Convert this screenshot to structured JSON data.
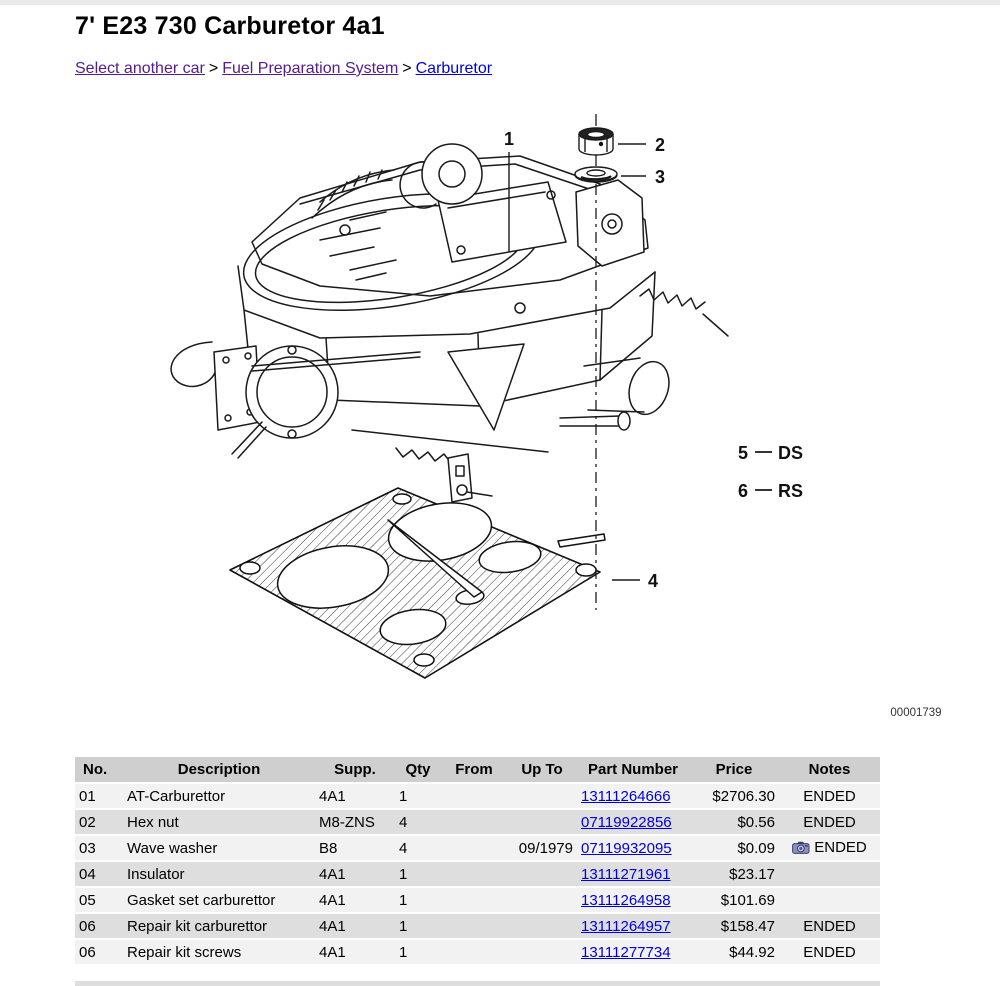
{
  "page": {
    "title": "7' E23 730 Carburetor 4a1",
    "breadcrumb": {
      "separator": ">",
      "items": [
        {
          "label": "Select another car"
        },
        {
          "label": "Fuel Preparation System"
        },
        {
          "label": "Carburetor"
        }
      ]
    }
  },
  "diagram": {
    "image_number": "00001739",
    "callout_1": "1",
    "callout_2": "2",
    "callout_3": "3",
    "callout_4": "4",
    "callout_5_num": "5",
    "callout_5_label": "DS",
    "callout_6_num": "6",
    "callout_6_label": "RS"
  },
  "table": {
    "headers": {
      "no": "No.",
      "description": "Description",
      "supp": "Supp.",
      "qty": "Qty",
      "from": "From",
      "up_to": "Up To",
      "part_number": "Part Number",
      "price": "Price",
      "notes": "Notes"
    },
    "rows": [
      {
        "no": "01",
        "description": "AT-Carburettor",
        "supp": "4A1",
        "qty": "1",
        "from": "",
        "up_to": "",
        "part_number": "13111264666",
        "price": "$2706.30",
        "notes": "ENDED",
        "camera": false
      },
      {
        "no": "02",
        "description": "Hex nut",
        "supp": "M8-ZNS",
        "qty": "4",
        "from": "",
        "up_to": "",
        "part_number": "07119922856",
        "price": "$0.56",
        "notes": "ENDED",
        "camera": false
      },
      {
        "no": "03",
        "description": "Wave washer",
        "supp": "B8",
        "qty": "4",
        "from": "",
        "up_to": "09/1979",
        "part_number": "07119932095",
        "price": "$0.09",
        "notes": "ENDED",
        "camera": true
      },
      {
        "no": "04",
        "description": "Insulator",
        "supp": "4A1",
        "qty": "1",
        "from": "",
        "up_to": "",
        "part_number": "13111271961",
        "price": "$23.17",
        "notes": "",
        "camera": false
      },
      {
        "no": "05",
        "description": "Gasket set carburettor",
        "supp": "4A1",
        "qty": "1",
        "from": "",
        "up_to": "",
        "part_number": "13111264958",
        "price": "$101.69",
        "notes": "",
        "camera": false
      },
      {
        "no": "06",
        "description": "Repair kit carburettor",
        "supp": "4A1",
        "qty": "1",
        "from": "",
        "up_to": "",
        "part_number": "13111264957",
        "price": "$158.47",
        "notes": "ENDED",
        "camera": false
      },
      {
        "no": "06",
        "description": "Repair kit screws",
        "supp": "4A1",
        "qty": "1",
        "from": "",
        "up_to": "",
        "part_number": "13111277734",
        "price": "$44.92",
        "notes": "ENDED",
        "camera": false
      }
    ]
  },
  "colors": {
    "link_blue": "#0000dd",
    "link_visited": "#551a8b",
    "header_bg": "#cfcfcf",
    "row_even_bg": "#dedede",
    "row_odd_bg": "#f2f2f2"
  }
}
